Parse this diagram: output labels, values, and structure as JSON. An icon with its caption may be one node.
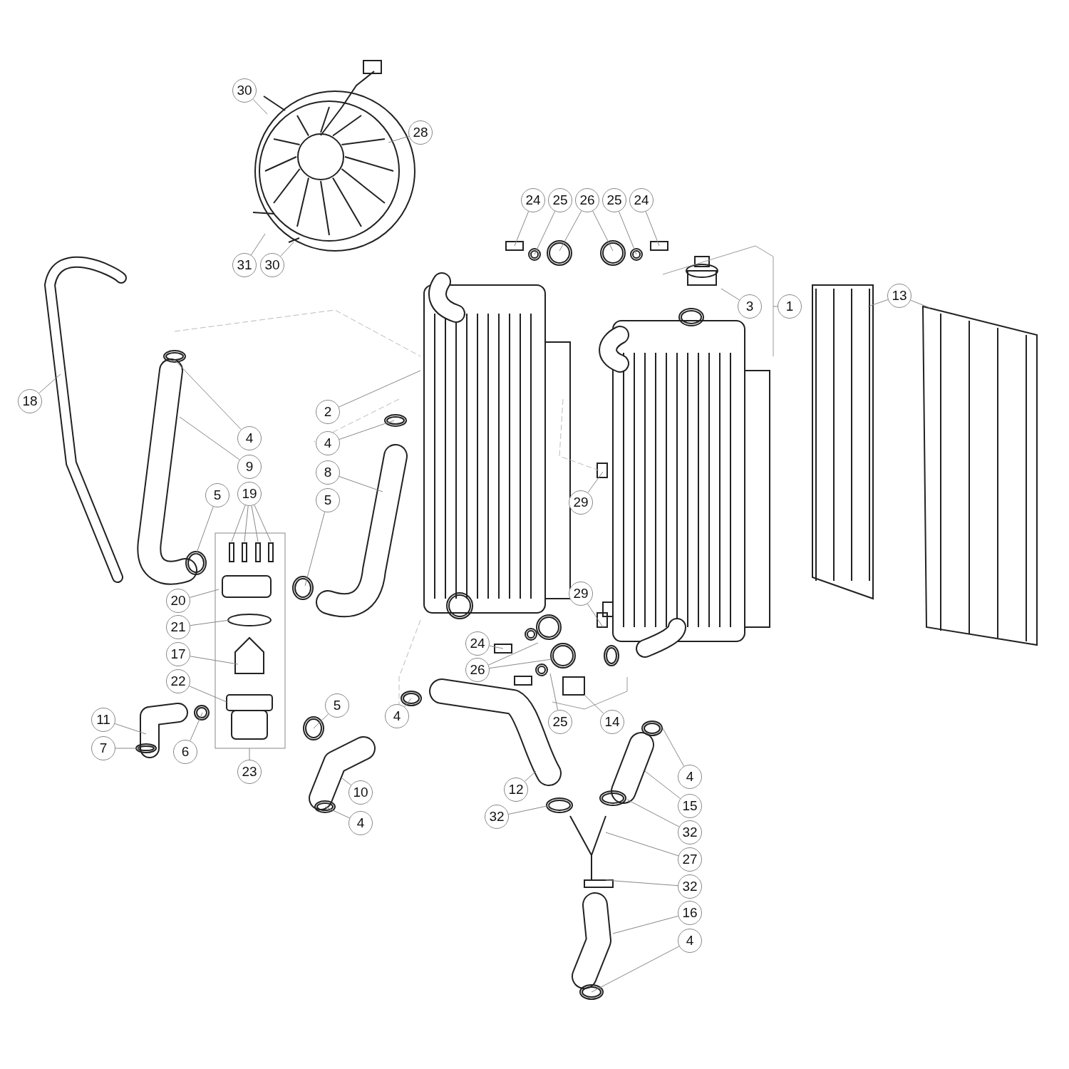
{
  "diagram": {
    "nodes": [
      {
        "text": [
          "30"
        ]
      },
      {
        "text": [
          "28"
        ]
      },
      {
        "text": [
          "24"
        ]
      },
      {
        "text": [
          "25"
        ]
      },
      {
        "text": [
          "26"
        ]
      },
      {
        "text": [
          "25"
        ]
      },
      {
        "text": [
          "24"
        ]
      },
      {
        "text": [
          "13"
        ]
      },
      {
        "text": [
          "31"
        ]
      },
      {
        "text": [
          "30"
        ]
      },
      {
        "text": [
          "3"
        ]
      },
      {
        "text": [
          "1"
        ]
      },
      {
        "text": [
          "18"
        ]
      },
      {
        "text": [
          "2"
        ]
      },
      {
        "text": [
          "4"
        ]
      },
      {
        "text": [
          "4"
        ]
      },
      {
        "text": [
          "9"
        ]
      },
      {
        "text": [
          "8"
        ]
      },
      {
        "text": [
          "5"
        ]
      },
      {
        "text": [
          "19"
        ]
      },
      {
        "text": [
          "5"
        ]
      },
      {
        "text": [
          "29"
        ]
      },
      {
        "text": [
          "29"
        ]
      },
      {
        "text": [
          "20"
        ]
      },
      {
        "text": [
          "21"
        ]
      },
      {
        "text": [
          "24"
        ]
      },
      {
        "text": [
          "17"
        ]
      },
      {
        "text": [
          "26"
        ]
      },
      {
        "text": [
          "22"
        ]
      },
      {
        "text": [
          "4"
        ]
      },
      {
        "text": [
          "11"
        ]
      },
      {
        "text": [
          "25"
        ]
      },
      {
        "text": [
          "14"
        ]
      },
      {
        "text": [
          "5"
        ]
      },
      {
        "text": [
          "7"
        ]
      },
      {
        "text": [
          "6"
        ]
      },
      {
        "text": [
          "4"
        ]
      },
      {
        "text": [
          "23"
        ]
      },
      {
        "text": [
          "12"
        ]
      },
      {
        "text": [
          "10"
        ]
      },
      {
        "text": [
          "15"
        ]
      },
      {
        "text": [
          "32"
        ]
      },
      {
        "text": [
          "4"
        ]
      },
      {
        "text": [
          "32"
        ]
      },
      {
        "text": [
          "27"
        ]
      },
      {
        "text": [
          "32"
        ]
      },
      {
        "text": [
          "16"
        ]
      },
      {
        "text": [
          "4"
        ]
      }
    ],
    "edges": [
      {
        "from": 0,
        "to": null,
        "arrow": "none"
      },
      {
        "from": 1,
        "to": null,
        "arrow": "none"
      },
      {
        "from": 2,
        "to": null,
        "arrow": "none"
      },
      {
        "from": 3,
        "to": null,
        "arrow": "none"
      },
      {
        "from": 4,
        "to": null,
        "arrow": "none"
      },
      {
        "from": 4,
        "to": null,
        "arrow": "none"
      },
      {
        "from": 5,
        "to": null,
        "arrow": "none"
      },
      {
        "from": 6,
        "to": null,
        "arrow": "none"
      },
      {
        "from": 7,
        "to": null,
        "arrow": "none"
      },
      {
        "from": 7,
        "to": null,
        "arrow": "none"
      },
      {
        "from": 8,
        "to": null,
        "arrow": "none"
      },
      {
        "from": 9,
        "to": null,
        "arrow": "none"
      },
      {
        "from": 10,
        "to": null,
        "arrow": "none"
      },
      {
        "from": 11,
        "to": null,
        "arrow": "none"
      },
      {
        "from": 12,
        "to": null,
        "arrow": "none"
      },
      {
        "from": 13,
        "to": null,
        "arrow": "none"
      },
      {
        "from": 14,
        "to": null,
        "arrow": "none"
      },
      {
        "from": 15,
        "to": null,
        "arrow": "none"
      },
      {
        "from": 16,
        "to": null,
        "arrow": "none"
      },
      {
        "from": 17,
        "to": null,
        "arrow": "none"
      },
      {
        "from": 18,
        "to": null,
        "arrow": "none"
      },
      {
        "from": 19,
        "to": null,
        "arrow": "none"
      },
      {
        "from": 19,
        "to": null,
        "arrow": "none"
      },
      {
        "from": 19,
        "to": null,
        "arrow": "none"
      },
      {
        "from": 19,
        "to": null,
        "arrow": "none"
      },
      {
        "from": 20,
        "to": null,
        "arrow": "none"
      },
      {
        "from": 21,
        "to": null,
        "arrow": "none"
      },
      {
        "from": 22,
        "to": null,
        "arrow": "none"
      },
      {
        "from": 23,
        "to": null,
        "arrow": "none"
      },
      {
        "from": 24,
        "to": null,
        "arrow": "none"
      },
      {
        "from": 25,
        "to": null,
        "arrow": "none"
      },
      {
        "from": 26,
        "to": null,
        "arrow": "none"
      },
      {
        "from": 27,
        "to": null,
        "arrow": "none"
      },
      {
        "from": 27,
        "to": null,
        "arrow": "none"
      },
      {
        "from": 28,
        "to": null,
        "arrow": "none"
      },
      {
        "from": 29,
        "to": null,
        "arrow": "none"
      },
      {
        "from": 30,
        "to": null,
        "arrow": "none"
      },
      {
        "from": 31,
        "to": null,
        "arrow": "none"
      },
      {
        "from": 32,
        "to": null,
        "arrow": "none"
      },
      {
        "from": 33,
        "to": null,
        "arrow": "none"
      },
      {
        "from": 34,
        "to": null,
        "arrow": "none"
      },
      {
        "from": 35,
        "to": null,
        "arrow": "none"
      },
      {
        "from": 36,
        "to": null,
        "arrow": "none"
      },
      {
        "from": 37,
        "to": null,
        "arrow": "none"
      },
      {
        "from": 38,
        "to": null,
        "arrow": "none"
      },
      {
        "from": 39,
        "to": null,
        "arrow": "none"
      },
      {
        "from": 40,
        "to": null,
        "arrow": "none"
      },
      {
        "from": 41,
        "to": null,
        "arrow": "none"
      },
      {
        "from": 42,
        "to": null,
        "arrow": "none"
      },
      {
        "from": 43,
        "to": null,
        "arrow": "none"
      },
      {
        "from": 44,
        "to": null,
        "arrow": "none"
      },
      {
        "from": 45,
        "to": null,
        "arrow": "none"
      },
      {
        "from": 46,
        "to": null,
        "arrow": "none"
      },
      {
        "from": 47,
        "to": null,
        "arrow": "none"
      }
    ]
  }
}
